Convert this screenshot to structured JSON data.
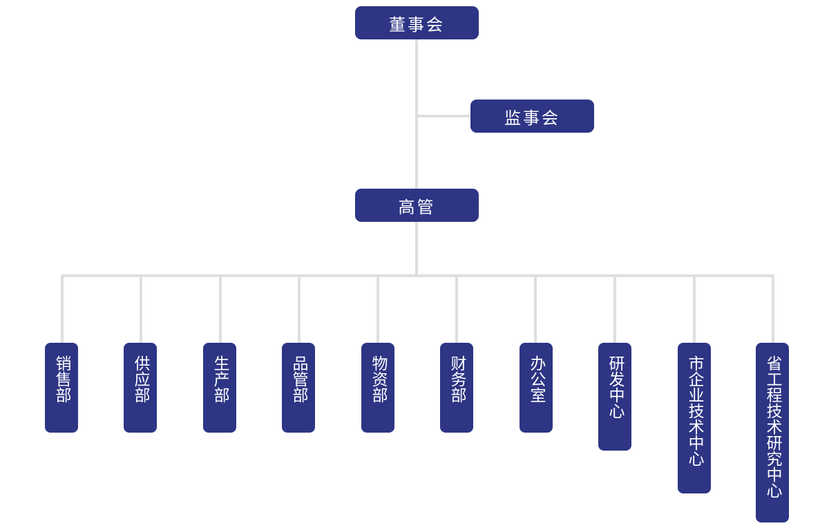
{
  "board": "董事会",
  "supervisory_board": "监事会",
  "executives": "高管",
  "departments": [
    "销售部",
    "供应部",
    "生产部",
    "品管部",
    "物资部",
    "财务部",
    "办公室",
    "研发中心",
    "市企业技术中心",
    "省工程技术研究中心"
  ],
  "colors": {
    "node": "#2d3584",
    "connector": "#dedede",
    "text": "#ffffff"
  }
}
